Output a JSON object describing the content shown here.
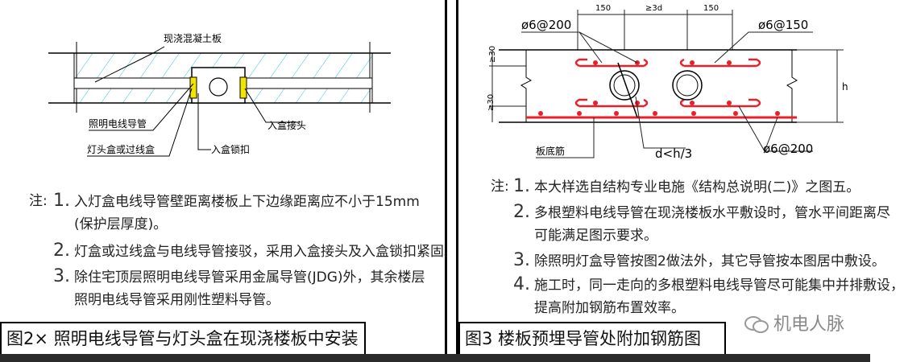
{
  "fig2": {
    "labels": {
      "slab": "现浇混凝土板",
      "conduit": "照明电线导管",
      "box": "灯头盒或过线盒",
      "lock": "入盒锁扣",
      "connector": "入盒接头"
    },
    "note_prefix": "注:",
    "notes": [
      {
        "num": "1.",
        "lines": [
          "入灯盒电线导管壁距离楼板上下边缘距离应不小于15mm",
          "(保护层厚度)。"
        ]
      },
      {
        "num": "2.",
        "lines": [
          "灯盒或过线盒与电线导管接驳，采用入盒接头及入盒锁扣紧固。"
        ]
      },
      {
        "num": "3.",
        "lines": [
          "除住宅顶层照明电线导管采用金属导管(JDG)外，其余楼层",
          "照明电线导管采用刚性塑料导管。"
        ]
      }
    ],
    "caption": "图2× 照明电线导管与灯头盒在现浇楼板中安装"
  },
  "fig3": {
    "dims": {
      "left": "150",
      "mid": "≥3d",
      "right": "150",
      "cover_top": "≥30",
      "cover_bottom": "≥30",
      "h": "h"
    },
    "labels": {
      "top_left": "ø6@200",
      "top_right": "ø6@150",
      "bottom_right": "ø6@200",
      "diameter": "d<h/3",
      "bottom_rebar": "板底筋"
    },
    "note_prefix": "注:",
    "notes": [
      {
        "num": "1.",
        "lines": [
          "本大样选自结构专业电施《结构总说明(二)》之图五。"
        ]
      },
      {
        "num": "2.",
        "lines": [
          "多根塑料电线导管在现浇楼板水平敷设时，管水平间距离尽",
          "可能满足图示要求。"
        ]
      },
      {
        "num": "3.",
        "lines": [
          "除照明灯盒导管按图2做法外，其它导管按本图居中敷设。"
        ]
      },
      {
        "num": "4.",
        "lines": [
          "施工时，同一走向的多根塑料电线导管尽可能集中并排敷设，",
          "提高附加钢筋布置效率。"
        ]
      }
    ],
    "caption": "图3 楼板预埋导管处附加钢筋图"
  },
  "watermark": "机电人脉",
  "colors": {
    "rebar": "#e8202a",
    "line": "#000000",
    "hatch": "#33c7d6",
    "dim": "#222222"
  }
}
